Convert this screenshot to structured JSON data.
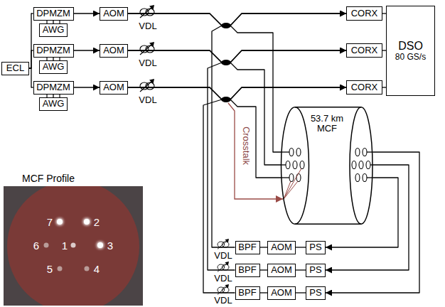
{
  "diagram": {
    "nodes": [
      {
        "text": [
          "ECL"
        ]
      },
      {
        "text": [
          "DPMZM"
        ]
      },
      {
        "text": [
          "DPMZM"
        ]
      },
      {
        "text": [
          "DPMZM"
        ]
      },
      {
        "text": [
          "AWG"
        ]
      },
      {
        "text": [
          "AWG"
        ]
      },
      {
        "text": [
          "AWG"
        ]
      },
      {
        "text": [
          "AOM"
        ]
      },
      {
        "text": [
          "AOM"
        ]
      },
      {
        "text": [
          "AOM"
        ]
      },
      {
        "text": [
          "CORX"
        ]
      },
      {
        "text": [
          "CORX"
        ]
      },
      {
        "text": [
          "CORX"
        ]
      },
      {
        "text": [
          "DSO",
          "80 GS/s"
        ]
      },
      {
        "text": [
          "53.7 km MCF"
        ]
      },
      {
        "text": [
          "BPF"
        ]
      },
      {
        "text": [
          "BPF"
        ]
      },
      {
        "text": [
          "BPF"
        ]
      },
      {
        "text": [
          "AOM"
        ]
      },
      {
        "text": [
          "AOM"
        ]
      },
      {
        "text": [
          "AOM"
        ]
      },
      {
        "text": [
          "PS"
        ]
      },
      {
        "text": [
          "PS"
        ]
      },
      {
        "text": [
          "PS"
        ]
      }
    ],
    "edges": [
      {
        "from": 0,
        "to": 1,
        "arrow": "none"
      },
      {
        "from": 0,
        "to": 2,
        "arrow": "none"
      },
      {
        "from": 0,
        "to": 3,
        "arrow": "none"
      },
      {
        "from": 4,
        "to": 1,
        "arrow": "none"
      },
      {
        "from": 5,
        "to": 2,
        "arrow": "none"
      },
      {
        "from": 6,
        "to": 3,
        "arrow": "none"
      },
      {
        "from": 1,
        "to": 7,
        "arrow": "to"
      },
      {
        "from": 2,
        "to": 8,
        "arrow": "to"
      },
      {
        "from": 3,
        "to": 9,
        "arrow": "to"
      },
      {
        "from": 7,
        "to": 10,
        "arrow": "to"
      },
      {
        "from": 8,
        "to": 11,
        "arrow": "to"
      },
      {
        "from": 9,
        "to": 12,
        "arrow": "to"
      },
      {
        "from": 7,
        "to": 14,
        "arrow": "none"
      },
      {
        "from": 8,
        "to": 14,
        "arrow": "none"
      },
      {
        "from": 9,
        "to": 14,
        "arrow": "none"
      },
      {
        "from": 14,
        "to": 21,
        "arrow": "to"
      },
      {
        "from": 14,
        "to": 22,
        "arrow": "to"
      },
      {
        "from": 14,
        "to": 23,
        "arrow": "to"
      },
      {
        "from": 21,
        "to": 18,
        "arrow": "none"
      },
      {
        "from": 22,
        "to": 19,
        "arrow": "none"
      },
      {
        "from": 23,
        "to": 20,
        "arrow": "none"
      },
      {
        "from": 18,
        "to": 15,
        "arrow": "none"
      },
      {
        "from": 19,
        "to": 16,
        "arrow": "none"
      },
      {
        "from": 20,
        "to": 17,
        "arrow": "none"
      },
      {
        "from": 15,
        "to": 10,
        "arrow": "to"
      },
      {
        "from": 16,
        "to": 11,
        "arrow": "to"
      },
      {
        "from": 17,
        "to": 12,
        "arrow": "to"
      },
      {
        "from": 10,
        "to": 13,
        "arrow": "none"
      },
      {
        "from": 11,
        "to": 13,
        "arrow": "none"
      },
      {
        "from": 12,
        "to": 13,
        "arrow": "none"
      }
    ],
    "labels": [
      "VDL",
      "VDL",
      "VDL",
      "Crosstalk",
      "VDL",
      "VDL",
      "VDL",
      "MCF Profile",
      "7",
      "2",
      "6",
      "1",
      "3",
      "5",
      "4"
    ]
  }
}
